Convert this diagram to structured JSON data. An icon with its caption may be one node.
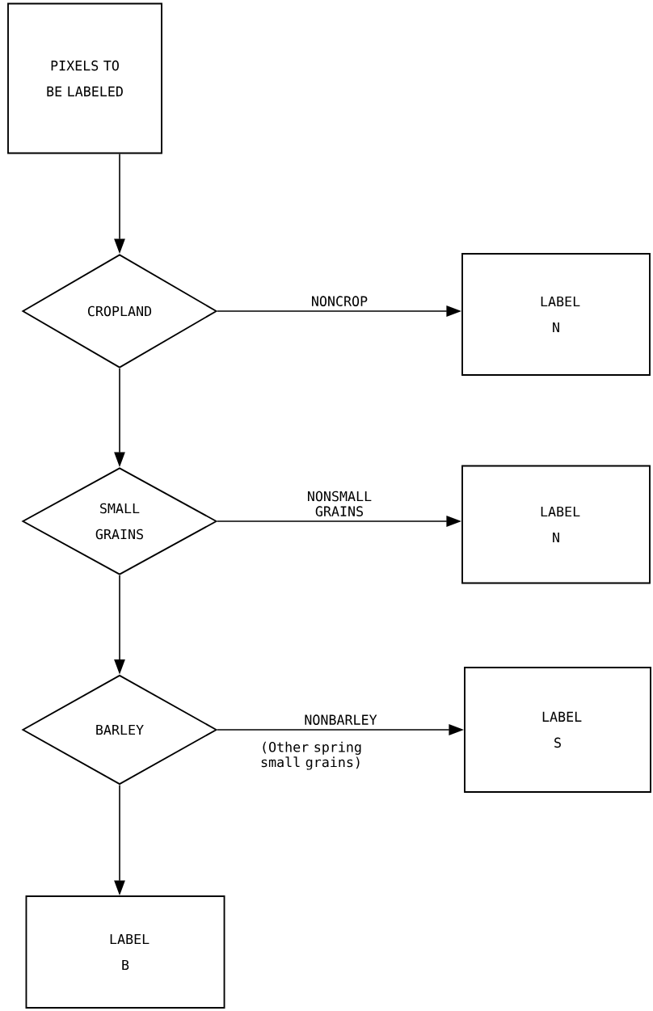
{
  "diagram": {
    "nodes": [
      {
        "text": [
          "PIXELS TO BE LABELED"
        ]
      },
      {
        "text": [
          "CROPLAND"
        ]
      },
      {
        "text": [
          "LABEL N"
        ]
      },
      {
        "text": [
          "SMALL GRAINS"
        ]
      },
      {
        "text": [
          "LABEL N"
        ]
      },
      {
        "text": [
          "BARLEY"
        ]
      },
      {
        "text": [
          "LABEL S"
        ]
      },
      {
        "text": [
          "LABEL B"
        ]
      }
    ],
    "edges": [
      {
        "from": 0,
        "to": 1,
        "arrow": "to"
      },
      {
        "from": 1,
        "to": 2,
        "arrow": "to",
        "label": "NONCROP"
      },
      {
        "from": 1,
        "to": 3,
        "arrow": "to"
      },
      {
        "from": 3,
        "to": 4,
        "arrow": "to",
        "label": "NONSMALL GRAINS"
      },
      {
        "from": 3,
        "to": 5,
        "arrow": "to"
      },
      {
        "from": 5,
        "to": 6,
        "arrow": "to",
        "label": "NONBARLEY"
      },
      {
        "from": 5,
        "to": 7,
        "arrow": "to"
      }
    ],
    "labels": [
      "(Other spring small grains)"
    ]
  }
}
